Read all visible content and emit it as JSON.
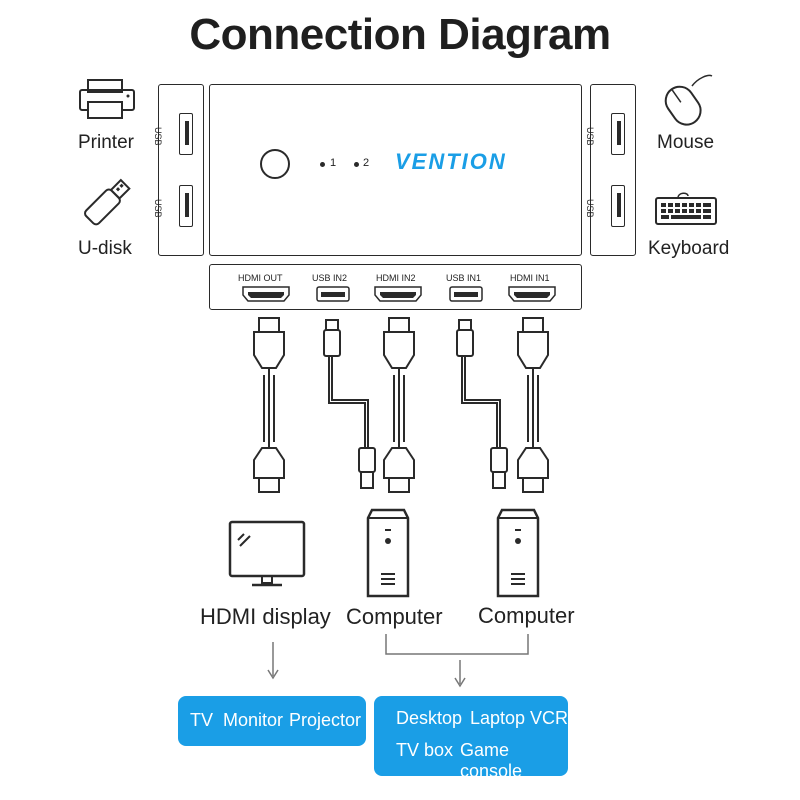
{
  "title": "Connection Diagram",
  "peripherals_left": {
    "printer_label": "Printer",
    "udisk_label": "U-disk"
  },
  "peripherals_right": {
    "mouse_label": "Mouse",
    "keyboard_label": "Keyboard"
  },
  "switch": {
    "left_ports": [
      "USB",
      "USB"
    ],
    "right_ports": [
      "USB",
      "USB"
    ],
    "led_1": "1",
    "led_2": "2",
    "brand": "VENTION",
    "rear_ports": [
      "HDMI OUT",
      "USB IN2",
      "HDMI IN2",
      "USB IN1",
      "HDMI IN1"
    ]
  },
  "devices": {
    "display_label": "HDMI display",
    "computer1_label": "Computer",
    "computer2_label": "Computer"
  },
  "display_examples": [
    "TV",
    "Monitor",
    "Projector"
  ],
  "computer_examples_row1": [
    "Desktop",
    "Laptop",
    "VCR"
  ],
  "computer_examples_row2": [
    "TV box",
    "Game console"
  ],
  "colors": {
    "accent_blue": "#1a9ee6",
    "line": "#2a2a2a",
    "arrow_gray": "#777777"
  }
}
